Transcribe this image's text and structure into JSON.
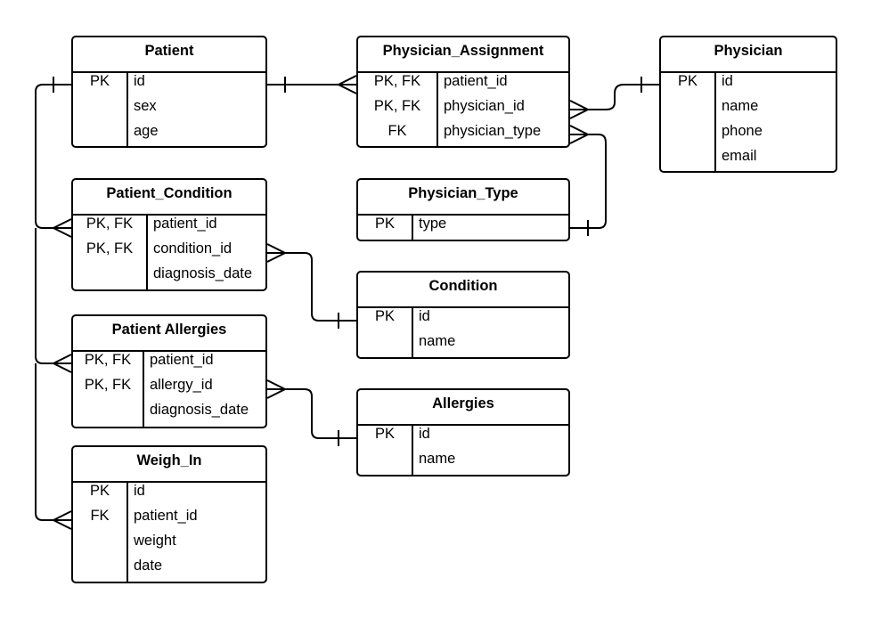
{
  "diagram": {
    "entities": [
      {
        "id": "patient",
        "name": "Patient",
        "fields": [
          {
            "key": "PK",
            "name": "id"
          },
          {
            "key": "",
            "name": "sex"
          },
          {
            "key": "",
            "name": "age"
          }
        ]
      },
      {
        "id": "physician_assignment",
        "name": "Physician_Assignment",
        "fields": [
          {
            "key": "PK, FK",
            "name": "patient_id"
          },
          {
            "key": "PK, FK",
            "name": "physician_id"
          },
          {
            "key": "FK",
            "name": "physician_type"
          }
        ]
      },
      {
        "id": "physician",
        "name": "Physician",
        "fields": [
          {
            "key": "PK",
            "name": "id"
          },
          {
            "key": "",
            "name": "name"
          },
          {
            "key": "",
            "name": "phone"
          },
          {
            "key": "",
            "name": "email"
          }
        ]
      },
      {
        "id": "patient_condition",
        "name": "Patient_Condition",
        "fields": [
          {
            "key": "PK, FK",
            "name": "patient_id"
          },
          {
            "key": "PK, FK",
            "name": "condition_id"
          },
          {
            "key": "",
            "name": "diagnosis_date"
          }
        ]
      },
      {
        "id": "physician_type",
        "name": "Physician_Type",
        "fields": [
          {
            "key": "PK",
            "name": "type"
          }
        ]
      },
      {
        "id": "condition",
        "name": "Condition",
        "fields": [
          {
            "key": "PK",
            "name": "id"
          },
          {
            "key": "",
            "name": "name"
          }
        ]
      },
      {
        "id": "patient_allergies",
        "name": "Patient Allergies",
        "fields": [
          {
            "key": "PK, FK",
            "name": "patient_id"
          },
          {
            "key": "PK, FK",
            "name": "allergy_id"
          },
          {
            "key": "",
            "name": "diagnosis_date"
          }
        ]
      },
      {
        "id": "allergies",
        "name": "Allergies",
        "fields": [
          {
            "key": "PK",
            "name": "id"
          },
          {
            "key": "",
            "name": "name"
          }
        ]
      },
      {
        "id": "weigh_in",
        "name": "Weigh_In",
        "fields": [
          {
            "key": "PK",
            "name": "id"
          },
          {
            "key": "FK",
            "name": "patient_id"
          },
          {
            "key": "",
            "name": "weight"
          },
          {
            "key": "",
            "name": "date"
          }
        ]
      }
    ],
    "relationships": [
      {
        "id": "patient-physician_assignment",
        "from": "patient",
        "to": "physician_assignment",
        "from_card": "one",
        "to_card": "many"
      },
      {
        "id": "physician-physician_assignment",
        "from": "physician",
        "to": "physician_assignment",
        "from_card": "one",
        "to_card": "many"
      },
      {
        "id": "physician_type-physician_assignment",
        "from": "physician_type",
        "to": "physician_assignment",
        "from_card": "one",
        "to_card": "many"
      },
      {
        "id": "patient-patient_condition",
        "from": "patient",
        "to": "patient_condition",
        "from_card": "one",
        "to_card": "many"
      },
      {
        "id": "condition-patient_condition",
        "from": "condition",
        "to": "patient_condition",
        "from_card": "one",
        "to_card": "many"
      },
      {
        "id": "patient-patient_allergies",
        "from": "patient",
        "to": "patient_allergies",
        "from_card": "one",
        "to_card": "many"
      },
      {
        "id": "allergies-patient_allergies",
        "from": "allergies",
        "to": "patient_allergies",
        "from_card": "one",
        "to_card": "many"
      },
      {
        "id": "patient-weigh_in",
        "from": "patient",
        "to": "weigh_in",
        "from_card": "one",
        "to_card": "many"
      }
    ]
  }
}
